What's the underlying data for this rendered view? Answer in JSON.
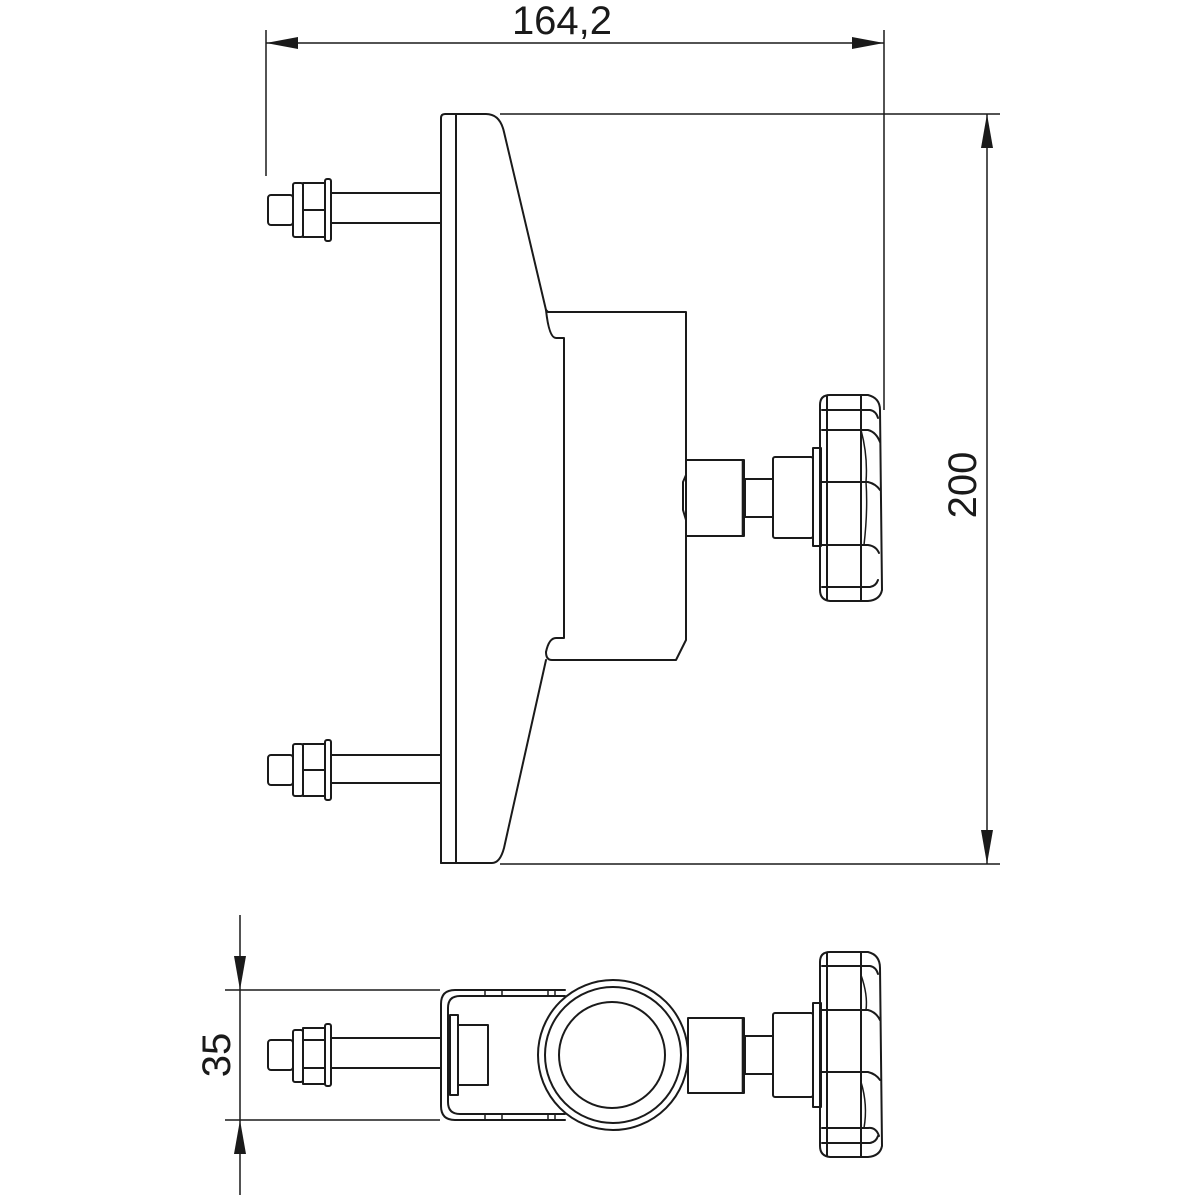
{
  "drawing": {
    "type": "technical-drawing",
    "views": [
      "front-view",
      "top-view"
    ],
    "line_color": "#1a1a1a",
    "background": "#ffffff"
  },
  "dimensions": {
    "width": {
      "label": "164,2",
      "value": 164.2,
      "orientation": "horizontal"
    },
    "height": {
      "label": "200",
      "value": 200,
      "orientation": "vertical"
    },
    "depth": {
      "label": "35",
      "value": 35,
      "orientation": "vertical"
    }
  },
  "components": {
    "front_view": [
      "mounting-plate",
      "tapered-bracket",
      "clamp-block",
      "spindle",
      "star-knob",
      "bolt-top",
      "bolt-bottom"
    ],
    "top_view": [
      "bolt",
      "u-bracket",
      "ring-clamp",
      "spindle",
      "star-knob"
    ]
  }
}
